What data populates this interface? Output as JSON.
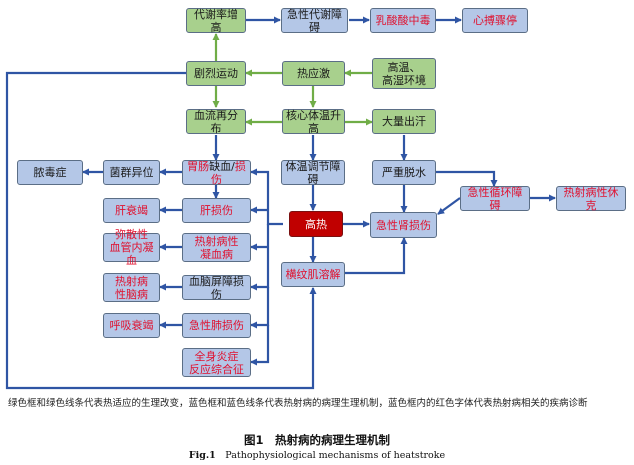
{
  "nodes": {
    "metabolic_rate_up": "代谢率增高",
    "acute_metabolic_disorder": "急性代谢障碍",
    "lactic_acidosis": "乳酸酸中毒",
    "cardiac_arrest": "心搏骤停",
    "strenuous_exercise": "剧烈运动",
    "heat_stress": "热应激",
    "hot_humid_env_line1": "高温、",
    "hot_humid_env_line2": "高湿环境",
    "blood_redistribution": "血流再分布",
    "core_temp_rise": "核心体温升高",
    "heavy_sweating": "大量出汗",
    "sepsis": "脓毒症",
    "bacterial_translocation": "菌群异位",
    "gut_ischemia_prefix": "胃肠",
    "gut_ischemia_mid": "缺血/",
    "gut_ischemia_suffix": "损伤",
    "thermoregulation_disorder": "体温调节障碍",
    "severe_dehydration": "严重脱水",
    "acute_circulatory_disorder": "急性循环障碍",
    "heatstroke_shock": "热射病性休克",
    "liver_failure": "肝衰竭",
    "liver_injury": "肝损伤",
    "hyperthermia": "高热",
    "acute_kidney_injury": "急性肾损伤",
    "dic_line1": "弥散性",
    "dic_line2": "血管内凝血",
    "heatstroke_coag_line1": "热射病性",
    "heatstroke_coag_line2": "凝血病",
    "rhabdomyolysis": "横纹肌溶解",
    "heatstroke_encephalopathy_line1": "热射病",
    "heatstroke_encephalopathy_line2": "性脑病",
    "bbb_injury": "血脑屏障损伤",
    "respiratory_failure": "呼吸衰竭",
    "acute_lung_injury": "急性肺损伤",
    "sirs_line1": "全身炎症",
    "sirs_line2": "反应综合征"
  },
  "caption": "绿色框和绿色线条代表热适应的生理改变，蓝色框和蓝色线条代表热射病的病理生理机制，蓝色框内的红色字体代表热射病相关的疾病诊断",
  "figure": {
    "label_cn": "图1",
    "title_cn": "热射病的病理生理机制",
    "label_en": "Fig.1",
    "title_en": "Pathophysiological mechanisms of heatstroke"
  },
  "colors": {
    "green_box": "#a8d08d",
    "blue_box": "#b4c7e7",
    "hyperthermia_box": "#c00000",
    "green_arrow": "#70ad47",
    "blue_arrow": "#2f55a4",
    "diagnosis_text": "#e0102e"
  }
}
